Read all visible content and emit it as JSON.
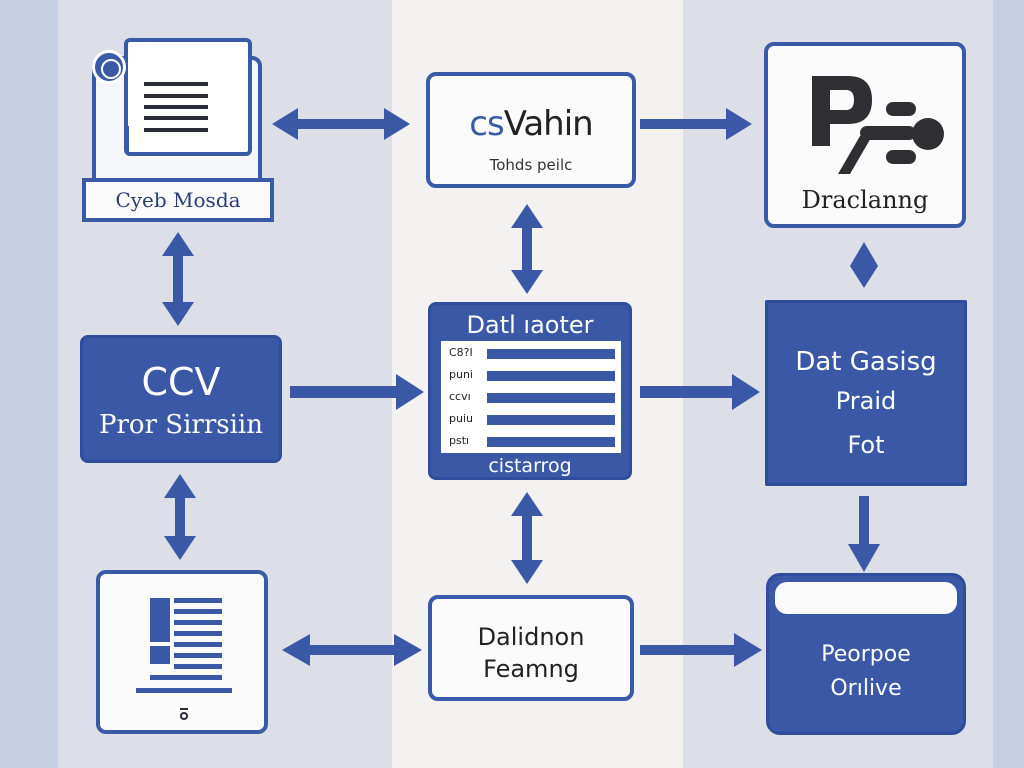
{
  "colors": {
    "accent": "#3a58a6",
    "dark_text": "#222222",
    "band_light": "#dcdfe8",
    "band_white": "#f3f2f1",
    "band_edge": "#c7cfe4"
  },
  "nodes": {
    "doc": {
      "label": "Cyeb Mosda",
      "icon": "document-icon"
    },
    "csv": {
      "title_accent": "cs",
      "title_rest": "Vahin",
      "subtitle": "Tohds peilc"
    },
    "py": {
      "label": "Draclanng",
      "icon": "python-logo-icon"
    },
    "ccv": {
      "title": "CCV",
      "subtitle": "Pror Sirrsiin"
    },
    "data_loader": {
      "title": "Datl ıaoter",
      "rows": [
        "C8?I",
        "puni",
        "ccvı",
        "puiu",
        "pstı"
      ],
      "footer": "cistarrog"
    },
    "processing": {
      "line1": "Dat Gasisg",
      "line2": "Praid",
      "line3": "Fot"
    },
    "table_icon": {
      "icon": "table-document-icon"
    },
    "feature": {
      "line1": "Dalidnon",
      "line2": "Feamng"
    },
    "output": {
      "line1": "Peorpoe",
      "line2": "Orılive"
    }
  },
  "edges": [
    {
      "from": "doc",
      "to": "csv",
      "type": "bidirectional"
    },
    {
      "from": "csv",
      "to": "py",
      "type": "directed"
    },
    {
      "from": "doc",
      "to": "ccv",
      "type": "bidirectional"
    },
    {
      "from": "csv",
      "to": "data_loader",
      "type": "bidirectional"
    },
    {
      "from": "py",
      "to": "processing",
      "type": "diamond"
    },
    {
      "from": "ccv",
      "to": "data_loader",
      "type": "directed"
    },
    {
      "from": "data_loader",
      "to": "processing",
      "type": "directed"
    },
    {
      "from": "ccv",
      "to": "table_icon",
      "type": "bidirectional"
    },
    {
      "from": "data_loader",
      "to": "feature",
      "type": "bidirectional"
    },
    {
      "from": "processing",
      "to": "output",
      "type": "directed"
    },
    {
      "from": "table_icon",
      "to": "feature",
      "type": "bidirectional"
    },
    {
      "from": "feature",
      "to": "output",
      "type": "directed"
    }
  ]
}
